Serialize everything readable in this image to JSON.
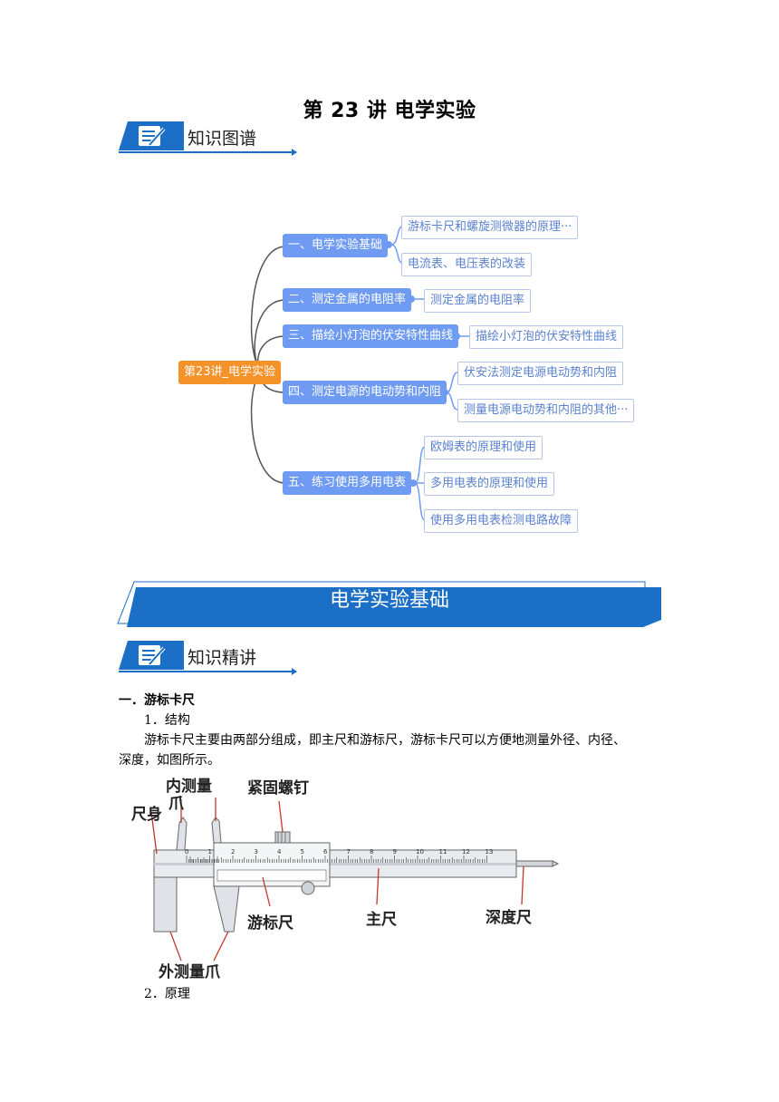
{
  "title": "第 23 讲  电学实验",
  "section1_label": "知识图谱",
  "mindmap": {
    "root": "第23讲_电学实验",
    "branches": [
      {
        "label": "一、电学实验基础",
        "leaves": [
          "游标卡尺和螺旋测微器的原理···",
          "电流表、电压表的改装"
        ]
      },
      {
        "label": "二、测定金属的电阻率",
        "leaves": [
          "测定金属的电阻率"
        ]
      },
      {
        "label": "三、描绘小灯泡的伏安特性曲线",
        "leaves": [
          "描绘小灯泡的伏安特性曲线"
        ]
      },
      {
        "label": "四、测定电源的电动势和内阻",
        "leaves": [
          "伏安法测定电源电动势和内阻",
          "测量电源电动势和内阻的其他···"
        ]
      },
      {
        "label": "五、练习使用多用电表",
        "leaves": [
          "欧姆表的原理和使用",
          "多用电表的原理和使用",
          "使用多用电表检测电路故障"
        ]
      }
    ]
  },
  "banner": "电学实验基础",
  "section2_label": "知识精讲",
  "content": {
    "heading": "一．游标卡尺",
    "item1": "1．结构",
    "para1_line1": "游标卡尺主要由两部分组成，即主尺和游标尺，游标卡尺可以方便地测量外径、内径、",
    "para1_line2": "深度，如图所示。",
    "item2": "2．原理"
  },
  "figure_labels": {
    "inner_jaw_1": "内测量",
    "inner_jaw_2": "爪",
    "screw": "紧固螺钉",
    "body": "尺身",
    "vernier": "游标尺",
    "main_scale": "主尺",
    "depth": "深度尺",
    "outer_jaw": "外测量爪"
  },
  "scale_numbers": [
    "0",
    "1",
    "2",
    "3",
    "4",
    "5",
    "6",
    "7",
    "8",
    "9",
    "10",
    "11",
    "12",
    "13"
  ],
  "colors": {
    "accent": "#1c6fc6",
    "branch": "#6f9cf2",
    "root": "#f5922a"
  }
}
